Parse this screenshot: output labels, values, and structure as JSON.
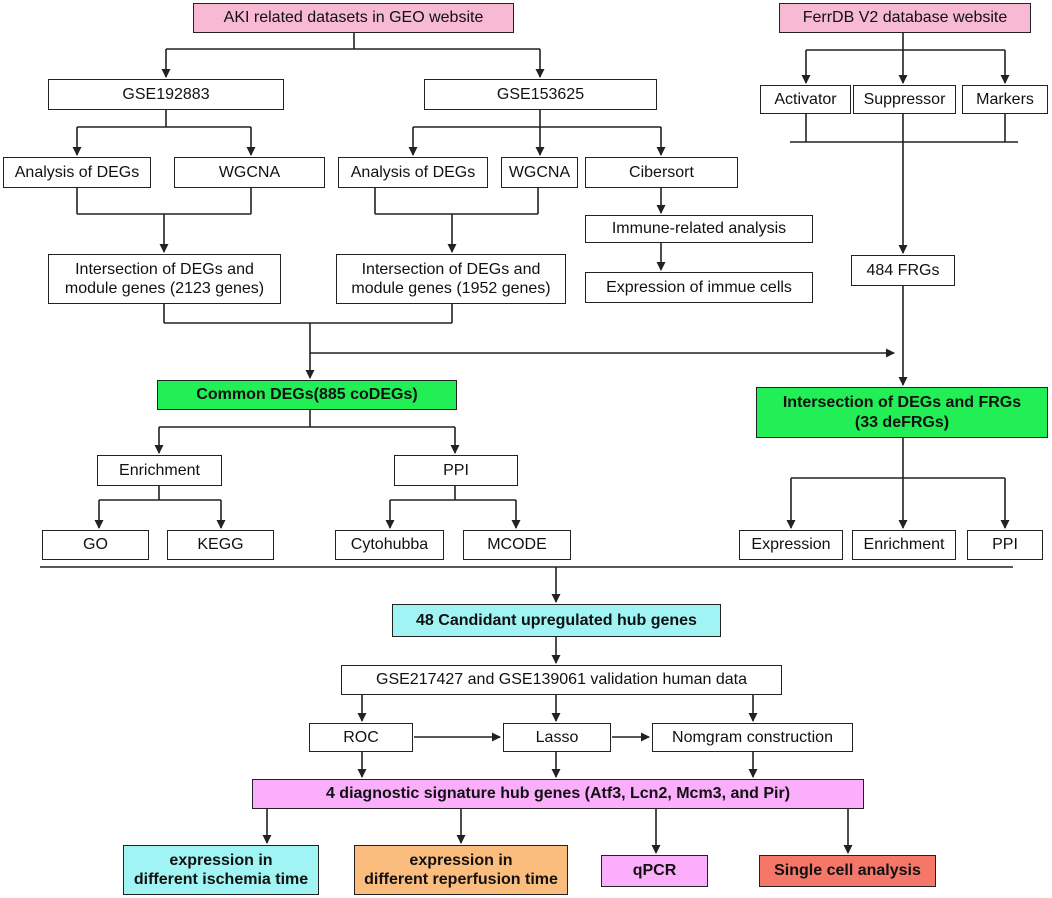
{
  "colors": {
    "pink": "#f7b9d4",
    "green": "#22ee55",
    "cyan": "#a0f4f4",
    "magenta": "#fbaefb",
    "orange": "#fbbd7d",
    "salmon": "#f4776a",
    "line": "#222222"
  },
  "nodes": {
    "geo": "AKI related datasets in GEO website",
    "ferrdb": "FerrDB V2 database website",
    "gse192883": "GSE192883",
    "gse153625": "GSE153625",
    "activator": "Activator",
    "suppressor": "Suppressor",
    "markers": "Markers",
    "degs1": "Analysis of DEGs",
    "wgcna1": "WGCNA",
    "degs2": "Analysis of DEGs",
    "wgcna2": "WGCNA",
    "cibersort": "Cibersort",
    "immune": "Immune-related analysis",
    "inter1": "Intersection of  DEGs and\nmodule genes (2123 genes)",
    "inter2": "Intersection of  DEGs and\nmodule genes (1952 genes)",
    "expr_immune": "Expression of immue cells",
    "frgs": "484 FRGs",
    "common": "Common DEGs(885 coDEGs)",
    "defrgs": "Intersection of DEGs and FRGs\n(33 deFRGs)",
    "enrich1": "Enrichment",
    "ppi1": "PPI",
    "go": "GO",
    "kegg": "KEGG",
    "cytohubba": "Cytohubba",
    "mcode": "MCODE",
    "expression": "Expression",
    "enrich2": "Enrichment",
    "ppi2": "PPI",
    "candidates": "48 Candidant upregulated hub genes",
    "validation": "GSE217427 and GSE139061 validation human data",
    "roc": "ROC",
    "lasso": "Lasso",
    "nomogram": "Nomgram construction",
    "diagnostic": "4 diagnostic signature hub genes (Atf3, Lcn2, Mcm3, and Pir)",
    "ischemia": "expression in\ndifferent ischemia time",
    "reperfusion": "expression in\ndifferent reperfusion time",
    "qpcr": "qPCR",
    "single": "Single cell analysis"
  }
}
